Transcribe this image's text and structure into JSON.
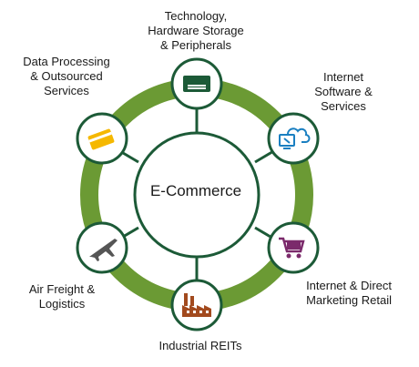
{
  "center": {
    "label": "E-Commerce"
  },
  "colors": {
    "ring": "#6b9a34",
    "node_border": "#1c5a37",
    "spoke": "#1c5a37",
    "tech_icon": "#1c5a37",
    "data_icon": "#f5b800",
    "internet_icon": "#1a7fc1",
    "retail_icon": "#7b2a6b",
    "reit_icon": "#a24a1e",
    "air_icon": "#555555"
  },
  "nodes": [
    {
      "id": "technology",
      "label": "Technology,\nHardware Storage\n& Peripherals",
      "icon": "hard-drive-icon"
    },
    {
      "id": "internet-software",
      "label": "Internet\nSoftware &\nServices",
      "icon": "cloud-monitor-icon"
    },
    {
      "id": "internet-retail",
      "label": "Internet & Direct\nMarketing Retail",
      "icon": "shopping-cart-icon"
    },
    {
      "id": "industrial-reits",
      "label": "Industrial REITs",
      "icon": "factory-icon"
    },
    {
      "id": "air-freight",
      "label": "Air Freight &\nLogistics",
      "icon": "airplane-icon"
    },
    {
      "id": "data-processing",
      "label": "Data Processing\n& Outsourced\nServices",
      "icon": "credit-card-icon"
    }
  ]
}
